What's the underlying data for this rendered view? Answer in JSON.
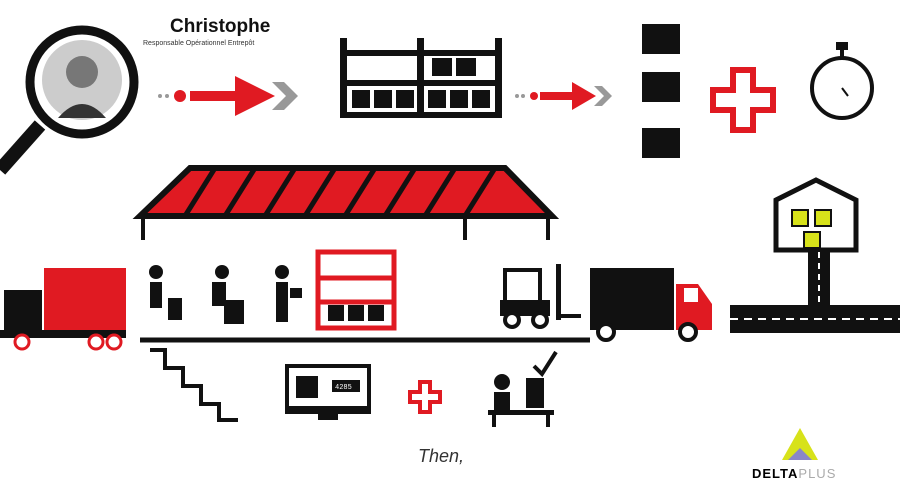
{
  "person": {
    "name": "Christophe",
    "role": "Responsable Opérationnel Entrepôt"
  },
  "monitor": {
    "counter": "4285"
  },
  "caption": "Then,",
  "logo": {
    "part1": "DELTA",
    "part2": "PLUS"
  },
  "colors": {
    "accent": "#e01a22",
    "dark": "#111111",
    "grey": "#999999",
    "logo_yellow": "#d7e21a"
  }
}
